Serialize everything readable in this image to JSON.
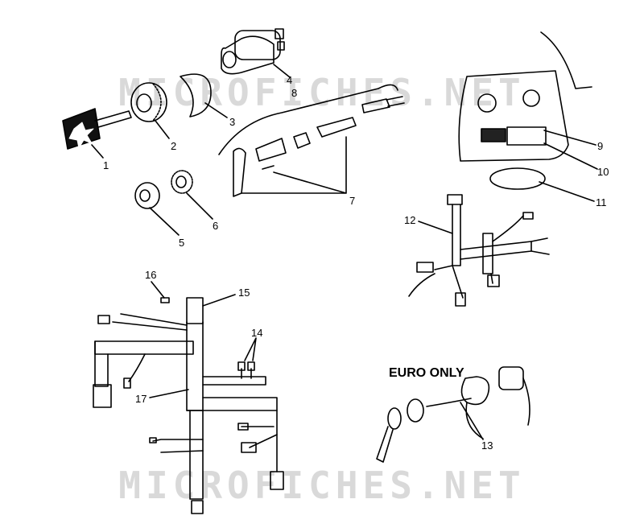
{
  "watermark": "MICROFICHES.NET",
  "euro_label": "EURO ONLY",
  "callouts": [
    "1",
    "2",
    "3",
    "4",
    "5",
    "6",
    "7",
    "8",
    "9",
    "10",
    "11",
    "12",
    "13",
    "14",
    "15",
    "16",
    "17"
  ],
  "colors": {
    "line": "#000000",
    "watermark": "#aaaaaa"
  }
}
